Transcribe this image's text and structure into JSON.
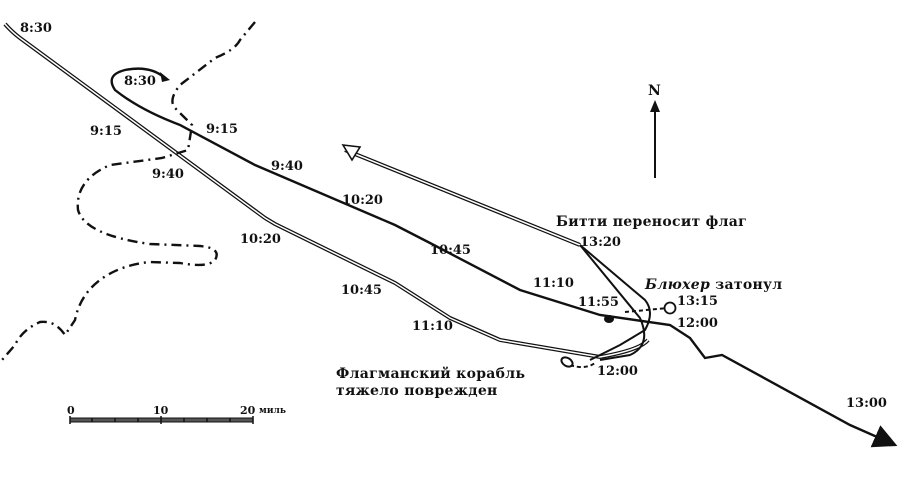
{
  "map": {
    "subject": "Naval battle track chart",
    "compass": {
      "label": "N"
    },
    "scale_bar": {
      "ticks": [
        "0",
        "10",
        "20"
      ],
      "unit": "миль"
    },
    "time_labels": {
      "british_main": [
        "8:30",
        "9:15",
        "9:40",
        "10:20",
        "10:45",
        "11:10",
        "12:00"
      ],
      "german": [
        "8:30",
        "9:15",
        "9:40",
        "10:20",
        "10:45",
        "11:10",
        "11:55",
        "12:00",
        "13:00"
      ],
      "flag_transfer": "13:20",
      "bluecher_sunk_time": "13:15"
    },
    "annotations": {
      "beatty_flag": "Битти переносит флаг",
      "bluecher_name": "Блюхер",
      "bluecher_sunk": "затонул",
      "flagship_line1": "Флагманский корабль",
      "flagship_line2": "тяжело поврежден"
    },
    "colors": {
      "ink": "#111111",
      "paper": "#ffffff"
    }
  }
}
